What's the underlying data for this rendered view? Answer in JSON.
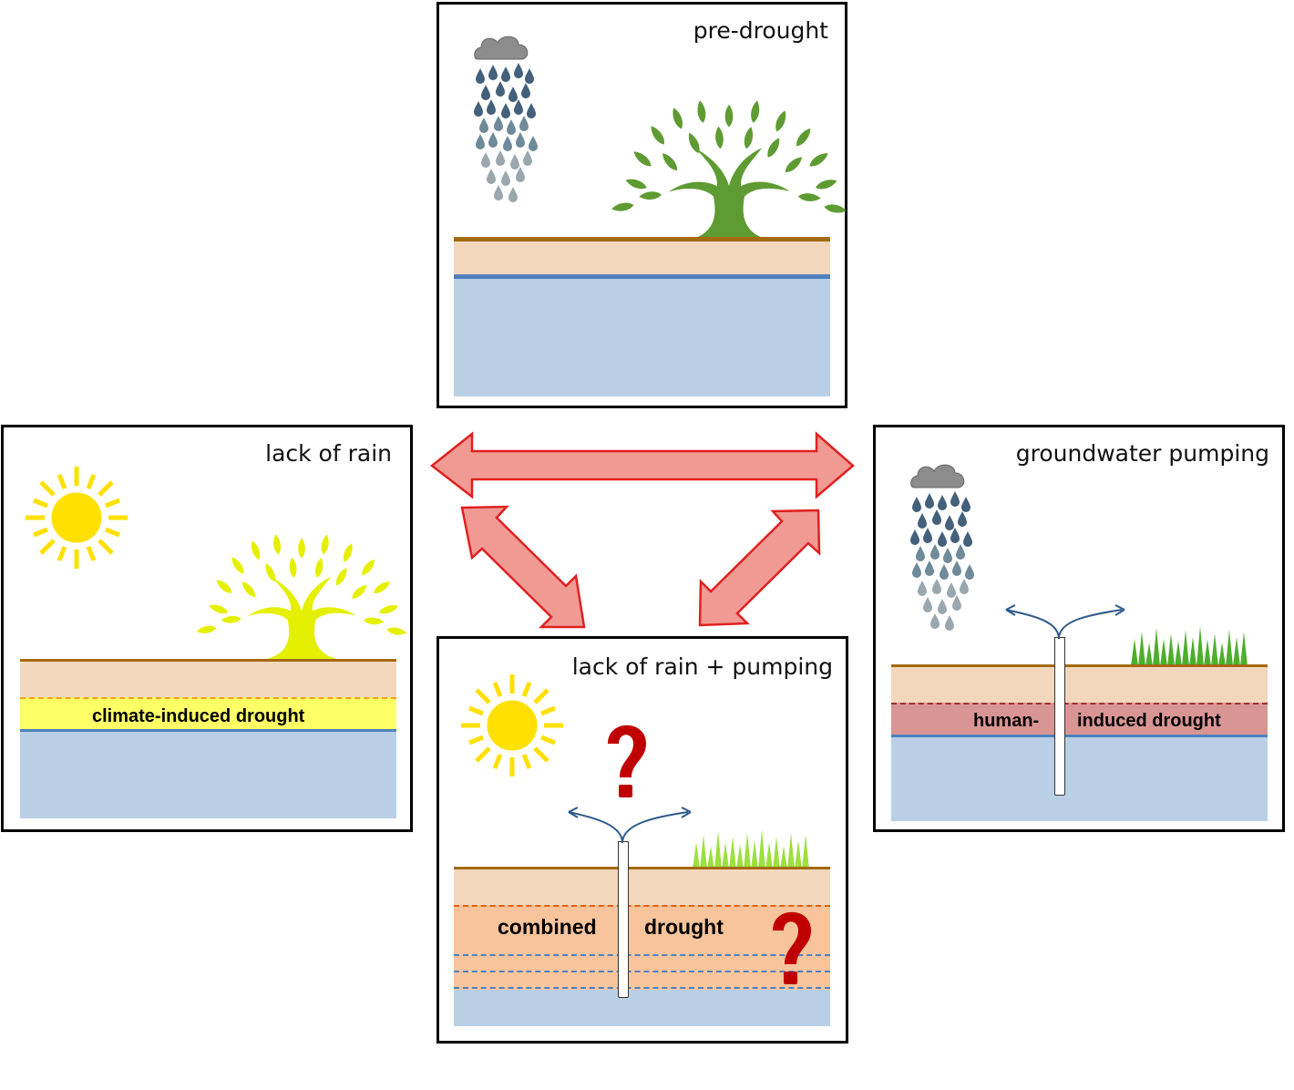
{
  "panels": {
    "pre_drought": {
      "title": "pre-drought"
    },
    "lack_of_rain": {
      "title": "lack of rain",
      "label": "climate-induced drought"
    },
    "groundwater_pumping": {
      "title": "groundwater pumping",
      "label_left": "human-",
      "label_right": "induced drought"
    },
    "combined": {
      "title": "lack of rain + pumping",
      "label_left": "combined",
      "label_right": "drought",
      "mark": "?"
    }
  },
  "icons": [
    "rain-cloud-icon",
    "sun-icon",
    "tree-icon",
    "grass-icon",
    "well-icon",
    "question-mark-icon",
    "double-arrow-icon"
  ],
  "colors": {
    "topsoil": "#f2d7bc",
    "ground_line": "#a46a10",
    "water": "#b9cfe6",
    "water_table": "#4f81c0",
    "climate_drought": "#ffff66",
    "human_drought": "#d99594",
    "combined_drought": "#f8c49c",
    "arrow_fill": "#f19a94",
    "arrow_stroke": "#e02020",
    "question": "#c00000",
    "sun": "#ffe000",
    "tree_green": "#5e9b32",
    "tree_yellow": "#e5f000"
  }
}
